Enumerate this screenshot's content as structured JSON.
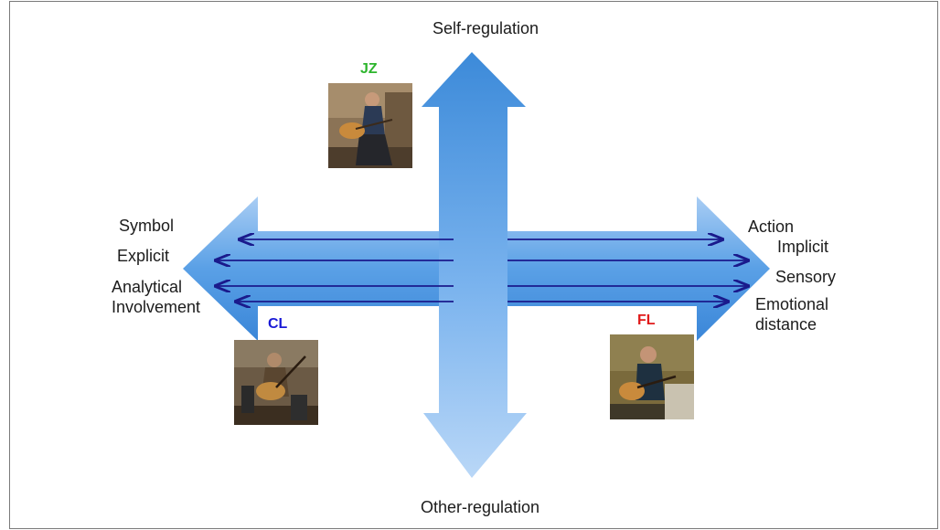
{
  "vertical_axis": {
    "top_label": "Self-regulation",
    "bottom_label": "Other-regulation"
  },
  "left_labels": [
    "Symbol",
    "Explicit",
    "Analytical",
    "Involvement"
  ],
  "right_labels": [
    "Action",
    "Implicit",
    "Sensory",
    "Emotional",
    "distance"
  ],
  "performers": [
    {
      "name": "JZ",
      "color": "#2db52d"
    },
    {
      "name": "CL",
      "color": "#1a1ad6"
    },
    {
      "name": "FL",
      "color": "#e01a1a"
    }
  ],
  "colors": {
    "arrow_light": "#b7d4f5",
    "arrow_dark": "#3f8fe0",
    "double_arrow_line": "#1a1a8c"
  }
}
